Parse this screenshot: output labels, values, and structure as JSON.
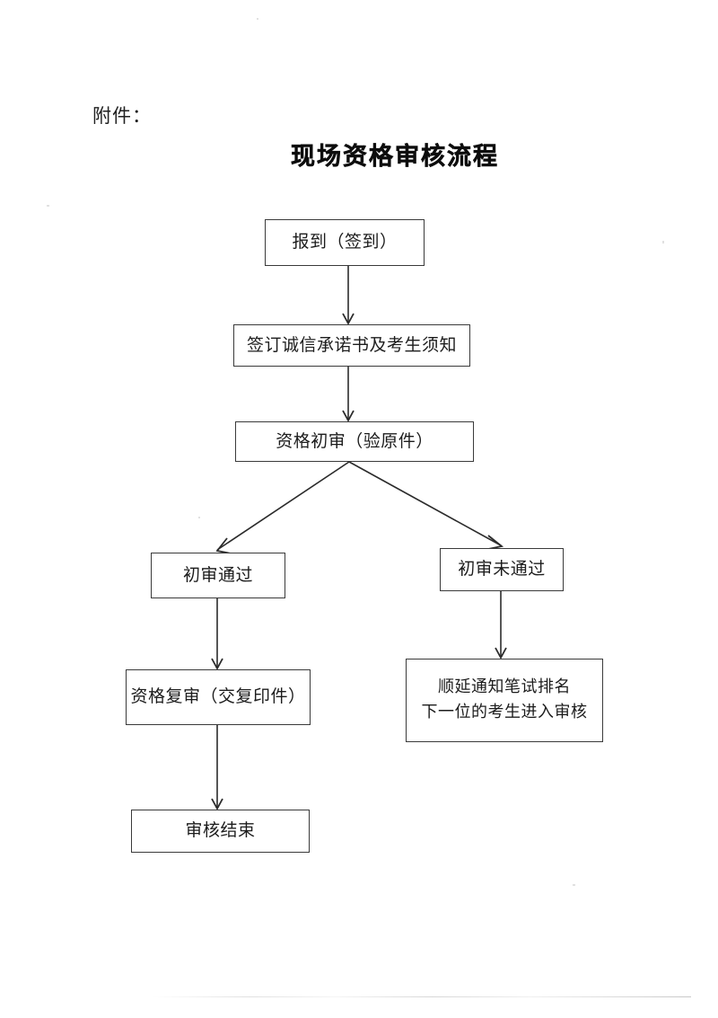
{
  "document": {
    "attachment_label": "附件：",
    "title": "现场资格审核流程"
  },
  "flowchart": {
    "type": "flowchart",
    "orientation": "top-down",
    "nodes": [
      {
        "id": "report",
        "label": "报到（签到）"
      },
      {
        "id": "sign",
        "label": "签订诚信承诺书及考生须知"
      },
      {
        "id": "first",
        "label": "资格初审（验原件）"
      },
      {
        "id": "pass",
        "label": "初审通过"
      },
      {
        "id": "fail",
        "label": "初审未通过"
      },
      {
        "id": "recheck",
        "label": "资格复审（交复印件）"
      },
      {
        "id": "defer_line1",
        "label": "顺延通知笔试排名"
      },
      {
        "id": "defer_line2",
        "label": "下一位的考生进入审核"
      },
      {
        "id": "end",
        "label": "审核结束"
      }
    ],
    "edges": [
      {
        "from": "report",
        "to": "sign"
      },
      {
        "from": "sign",
        "to": "first"
      },
      {
        "from": "first",
        "to": "pass"
      },
      {
        "from": "first",
        "to": "fail"
      },
      {
        "from": "pass",
        "to": "recheck"
      },
      {
        "from": "fail",
        "to": "defer"
      },
      {
        "from": "recheck",
        "to": "end"
      }
    ],
    "colors": {
      "box_border": "#3a3a3a",
      "connector": "#2b2b2b",
      "text": "#1c1c1c",
      "background": "#ffffff"
    }
  }
}
